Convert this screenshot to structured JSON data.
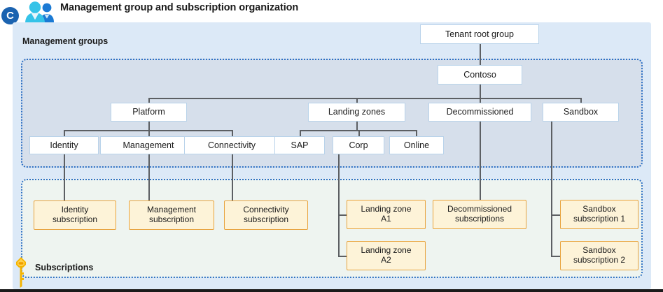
{
  "header": {
    "title": "Management group and subscription organization",
    "badge_letter": "C",
    "badge_color": "#1b63b0",
    "people_icon": "people-icon"
  },
  "sections": {
    "management_groups_label": "Management groups",
    "subscriptions_label": "Subscriptions",
    "key_icon": "key-icon"
  },
  "colors": {
    "card_background": "#dce9f7",
    "mg_panel_background": "#d6dfeb",
    "subs_panel_background": "#eef4f0",
    "panel_border": "#2b6fc4",
    "mg_node_fill": "#ffffff",
    "mg_node_border": "#b9d3ea",
    "sub_node_fill": "#fdf3d8",
    "sub_node_border": "#e8a33d",
    "connector": "#5c5f63"
  },
  "chart_data": {
    "type": "diagram",
    "title": "Management group and subscription organization",
    "management_groups": [
      {
        "id": "tenant-root-group",
        "label": "Tenant root group",
        "tier": 0,
        "parent": null
      },
      {
        "id": "contoso",
        "label": "Contoso",
        "tier": 1,
        "parent": "tenant-root-group"
      },
      {
        "id": "platform",
        "label": "Platform",
        "tier": 2,
        "parent": "contoso"
      },
      {
        "id": "landing-zones",
        "label": "Landing zones",
        "tier": 2,
        "parent": "contoso"
      },
      {
        "id": "decommissioned",
        "label": "Decommissioned",
        "tier": 2,
        "parent": "contoso"
      },
      {
        "id": "sandbox",
        "label": "Sandbox",
        "tier": 2,
        "parent": "contoso"
      },
      {
        "id": "identity",
        "label": "Identity",
        "tier": 3,
        "parent": "platform"
      },
      {
        "id": "management",
        "label": "Management",
        "tier": 3,
        "parent": "platform"
      },
      {
        "id": "connectivity",
        "label": "Connectivity",
        "tier": 3,
        "parent": "platform"
      },
      {
        "id": "sap",
        "label": "SAP",
        "tier": 3,
        "parent": "landing-zones"
      },
      {
        "id": "corp",
        "label": "Corp",
        "tier": 3,
        "parent": "landing-zones"
      },
      {
        "id": "online",
        "label": "Online",
        "tier": 3,
        "parent": "landing-zones"
      }
    ],
    "subscriptions": [
      {
        "id": "identity-subscription",
        "label": "Identity\nsubscription",
        "parent": "identity"
      },
      {
        "id": "management-subscription",
        "label": "Management\nsubscription",
        "parent": "management"
      },
      {
        "id": "connectivity-subscription",
        "label": "Connectivity\nsubscription",
        "parent": "connectivity"
      },
      {
        "id": "landing-zone-a1",
        "label": "Landing zone\nA1",
        "parent": "corp"
      },
      {
        "id": "landing-zone-a2",
        "label": "Landing zone\nA2",
        "parent": "corp"
      },
      {
        "id": "decommissioned-subscriptions",
        "label": "Decommissioned\nsubscriptions",
        "parent": "decommissioned"
      },
      {
        "id": "sandbox-subscription-1",
        "label": "Sandbox\nsubscription 1",
        "parent": "sandbox"
      },
      {
        "id": "sandbox-subscription-2",
        "label": "Sandbox\nsubscription 2",
        "parent": "sandbox"
      }
    ]
  },
  "nodes": {
    "tenant_root_group": "Tenant root group",
    "contoso": "Contoso",
    "platform": "Platform",
    "landing_zones": "Landing zones",
    "decommissioned": "Decommissioned",
    "sandbox": "Sandbox",
    "identity": "Identity",
    "management": "Management",
    "connectivity": "Connectivity",
    "sap": "SAP",
    "corp": "Corp",
    "online": "Online",
    "identity_subscription": "Identity\nsubscription",
    "management_subscription": "Management\nsubscription",
    "connectivity_subscription": "Connectivity\nsubscription",
    "landing_zone_a1": "Landing zone\nA1",
    "landing_zone_a2": "Landing zone\nA2",
    "decommissioned_subscriptions": "Decommissioned\nsubscriptions",
    "sandbox_subscription_1": "Sandbox\nsubscription 1",
    "sandbox_subscription_2": "Sandbox\nsubscription 2"
  }
}
